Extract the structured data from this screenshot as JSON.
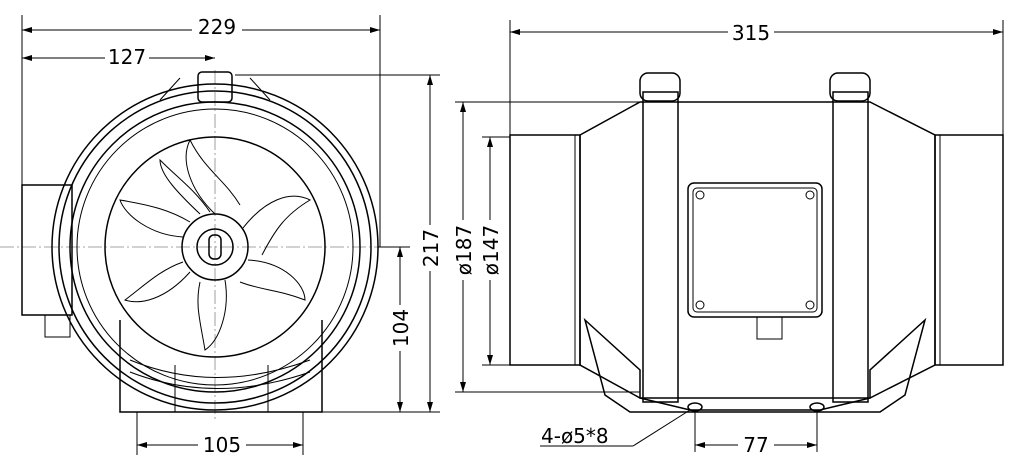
{
  "front_view": {
    "overall_width": "229",
    "center_offset": "127",
    "overall_height": "217",
    "center_height": "104",
    "base_width": "105"
  },
  "side_view": {
    "overall_length": "315",
    "outer_diameter": "ø187",
    "duct_diameter": "ø147",
    "mounting_holes": "4-ø5*8",
    "hole_spacing": "77"
  }
}
